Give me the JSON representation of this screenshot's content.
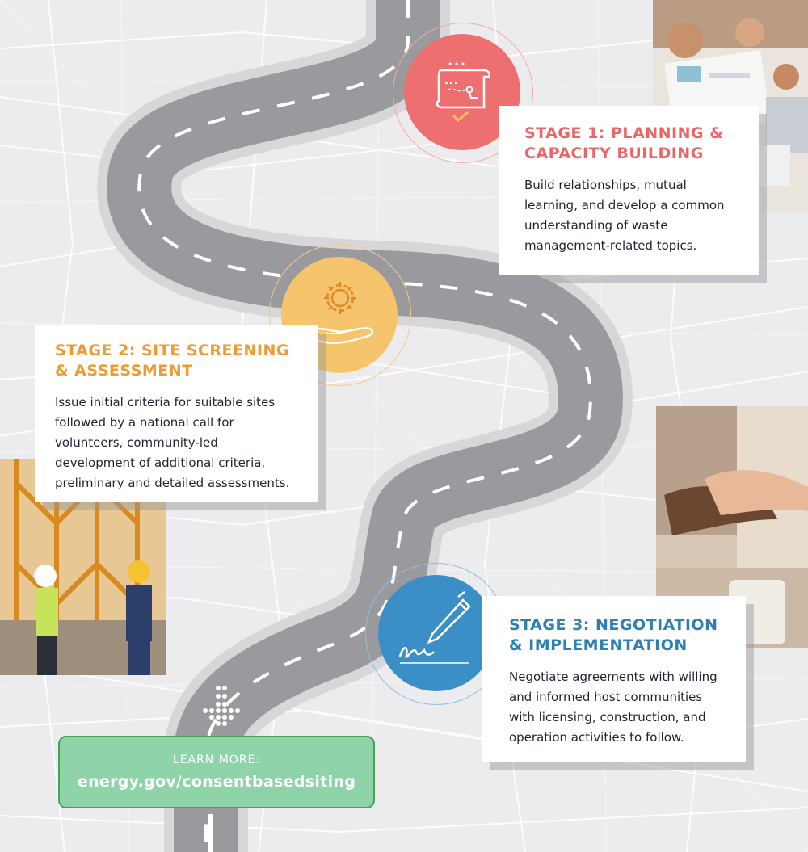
{
  "colors": {
    "stage1": "#ee6f6f",
    "stage2": "#f5c46c",
    "stage3": "#3b8fc7",
    "stage1_title": "#ea6566",
    "stage2_title": "#ef9a32",
    "stage3_title": "#2f7fb5",
    "learn_more_bg": "#8fd4a8",
    "road": "#9a9a9e",
    "background": "#ececee"
  },
  "stages": [
    {
      "title": "STAGE 1: PLANNING & CAPACITY BUILDING",
      "body": "Build relationships, mutual learning, and develop a common understanding of waste management-related topics.",
      "icon": "scroll-map-checkmark-icon"
    },
    {
      "title": "STAGE 2: SITE SCREENING & ASSESSMENT",
      "body": "Issue initial criteria for suitable sites followed by a national call for volunteers, community-led development of additional criteria, preliminary and detailed assessments.",
      "icon": "hand-gear-icon"
    },
    {
      "title": "STAGE 3: NEGOTIATION & IMPLEMENTATION",
      "body": "Negotiate agreements with willing and informed host communities with licensing, construction, and operation activities to follow.",
      "icon": "pen-signature-icon"
    }
  ],
  "learn_more": {
    "label": "LEARN MORE:",
    "url": "energy.gov/consentbasedsiting"
  }
}
